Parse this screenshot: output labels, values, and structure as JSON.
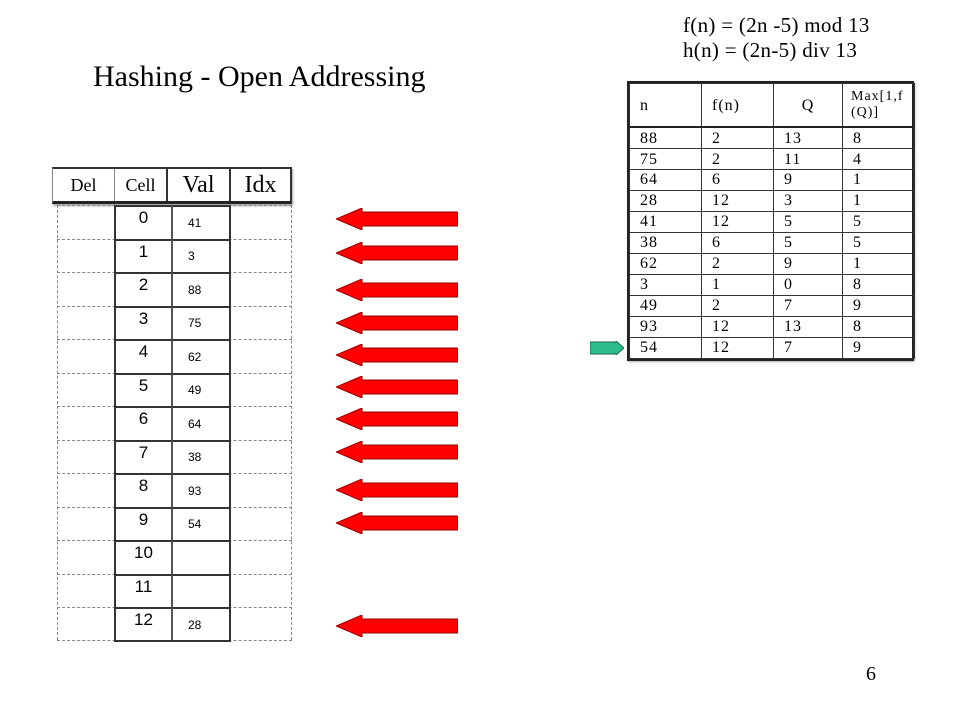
{
  "title": "Hashing - Open Addressing",
  "formulas": {
    "f": "f(n) = (2n -5) mod 13",
    "h": "h(n) = (2n-5) div 13"
  },
  "page_number": "6",
  "hash_table": {
    "headers": {
      "del": "Del",
      "cell": "Cell",
      "val": "Val",
      "idx": "Idx"
    },
    "rows": [
      {
        "cell": "0",
        "val": "41"
      },
      {
        "cell": "1",
        "val": "3"
      },
      {
        "cell": "2",
        "val": "88"
      },
      {
        "cell": "3",
        "val": "75"
      },
      {
        "cell": "4",
        "val": "62"
      },
      {
        "cell": "5",
        "val": "49"
      },
      {
        "cell": "6",
        "val": "64"
      },
      {
        "cell": "7",
        "val": "38"
      },
      {
        "cell": "8",
        "val": "93"
      },
      {
        "cell": "9",
        "val": "54"
      },
      {
        "cell": "10",
        "val": ""
      },
      {
        "cell": "11",
        "val": ""
      },
      {
        "cell": "12",
        "val": "28"
      }
    ]
  },
  "arrows": {
    "color": "#ff0000",
    "rows": [
      0,
      1,
      2,
      3,
      4,
      5,
      6,
      7,
      8,
      9,
      12
    ]
  },
  "function_table": {
    "headers": {
      "n": "n",
      "f": "f(n)",
      "q": "Q",
      "max": "Max[1,f (Q)]"
    },
    "rows": [
      {
        "n": "88",
        "f": "2",
        "q": "13",
        "max": "8"
      },
      {
        "n": "75",
        "f": "2",
        "q": "11",
        "max": "4"
      },
      {
        "n": "64",
        "f": "6",
        "q": "9",
        "max": "1"
      },
      {
        "n": "28",
        "f": "12",
        "q": "3",
        "max": "1"
      },
      {
        "n": "41",
        "f": "12",
        "q": "5",
        "max": "5"
      },
      {
        "n": "38",
        "f": "6",
        "q": "5",
        "max": "5"
      },
      {
        "n": "62",
        "f": "2",
        "q": "9",
        "max": "1"
      },
      {
        "n": "3",
        "f": "1",
        "q": "0",
        "max": "8"
      },
      {
        "n": "49",
        "f": "2",
        "q": "7",
        "max": "9"
      },
      {
        "n": "93",
        "f": "12",
        "q": "13",
        "max": "8"
      },
      {
        "n": "54",
        "f": "12",
        "q": "7",
        "max": "9"
      }
    ],
    "pointer_color": "#2ebd8a"
  }
}
